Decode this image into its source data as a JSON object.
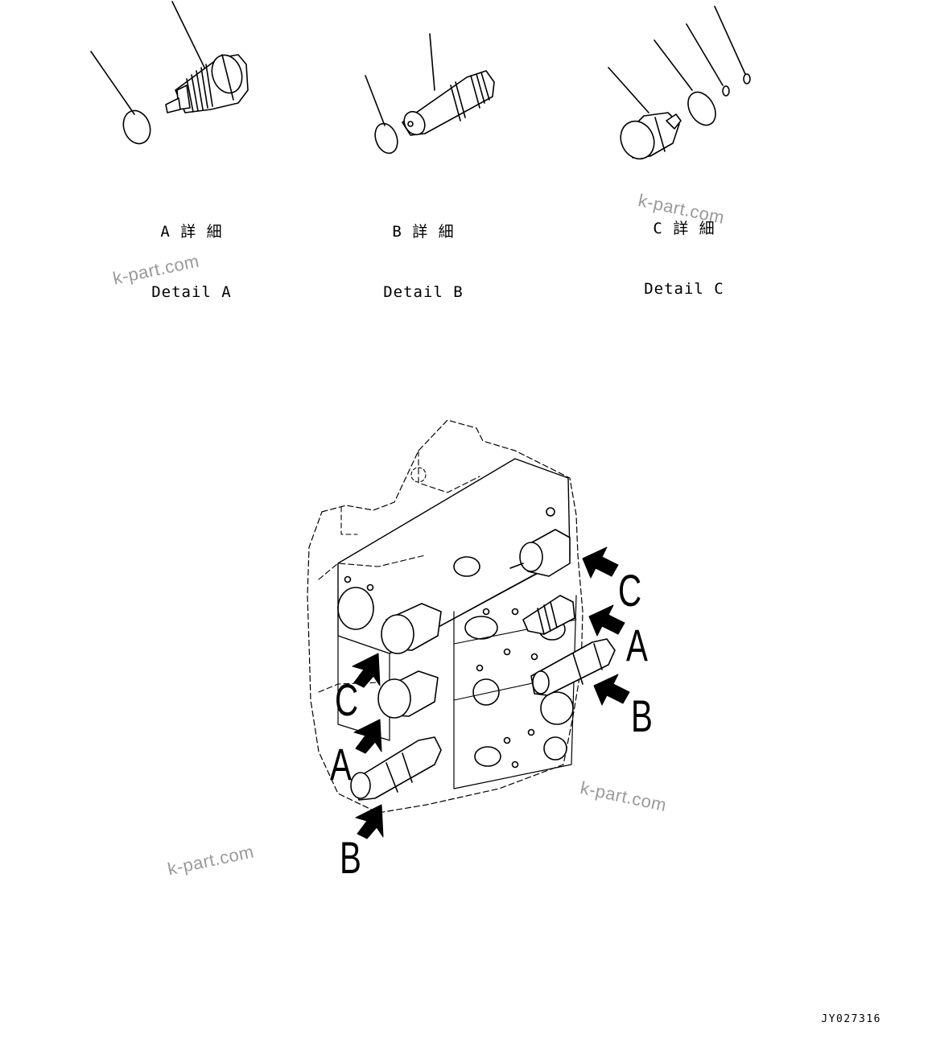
{
  "details": [
    {
      "jp": "A 詳 細",
      "en": "Detail A"
    },
    {
      "jp": "B 詳 細",
      "en": "Detail B"
    },
    {
      "jp": "C 詳 細",
      "en": "Detail C"
    }
  ],
  "callouts": [
    "C",
    "A",
    "B",
    "C",
    "A",
    "B"
  ],
  "watermark": "k-part.com",
  "drawing_number": "JY027316",
  "colors": {
    "line": "#000000",
    "watermark": "#9a9a9a",
    "background": "#ffffff"
  }
}
